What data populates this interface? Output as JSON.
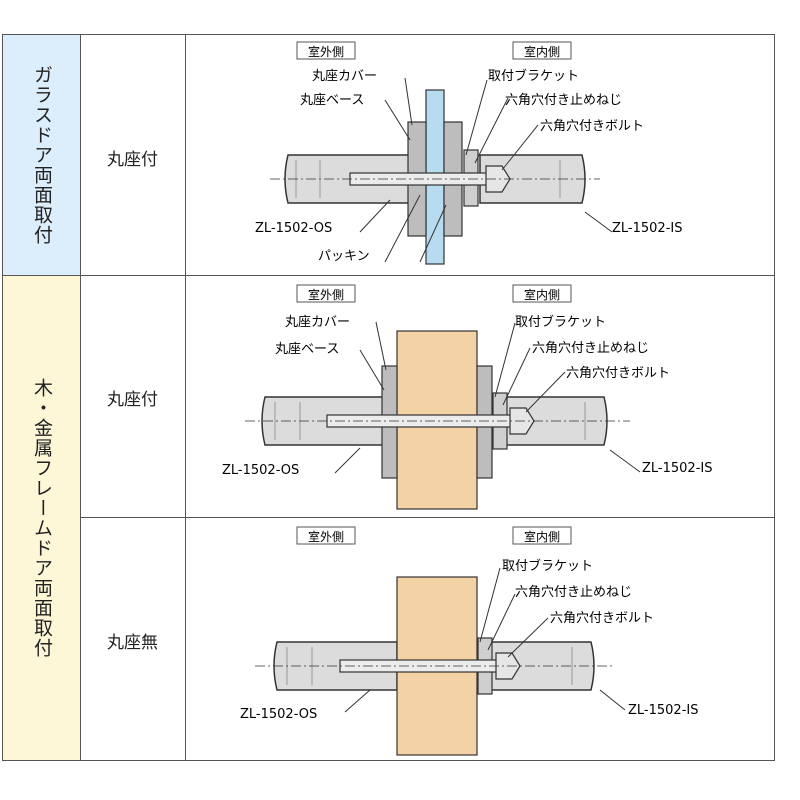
{
  "table": {
    "rows": [
      {
        "category": "ガラスドア両面取付",
        "type": "丸座付",
        "labels": {
          "outdoor": "室外側",
          "indoor": "室内側",
          "cover": "丸座カバー",
          "base": "丸座ベース",
          "bracket": "取付ブラケット",
          "setscrew": "六角穴付き止めねじ",
          "bolt": "六角穴付きボルト",
          "os": "ZL-1502-OS",
          "is": "ZL-1502-IS",
          "packing": "パッキン"
        }
      },
      {
        "category": "木・金属フレームドア両面取付",
        "type": "丸座付",
        "labels": {
          "outdoor": "室外側",
          "indoor": "室内側",
          "cover": "丸座カバー",
          "base": "丸座ベース",
          "bracket": "取付ブラケット",
          "setscrew": "六角穴付き止めねじ",
          "bolt": "六角穴付きボルト",
          "os": "ZL-1502-OS",
          "is": "ZL-1502-IS"
        }
      },
      {
        "category": "",
        "type": "丸座無",
        "labels": {
          "outdoor": "室外側",
          "indoor": "室内側",
          "bracket": "取付ブラケット",
          "setscrew": "六角穴付き止めねじ",
          "bolt": "六角穴付きボルト",
          "os": "ZL-1502-OS",
          "is": "ZL-1502-IS"
        }
      }
    ]
  },
  "colors": {
    "glass": "#b8dcef",
    "wood": "#f3d3a6",
    "handle": "#dcdcdc",
    "blue_cell": "#dcedfb",
    "yellow_cell": "#fdf7d8"
  }
}
